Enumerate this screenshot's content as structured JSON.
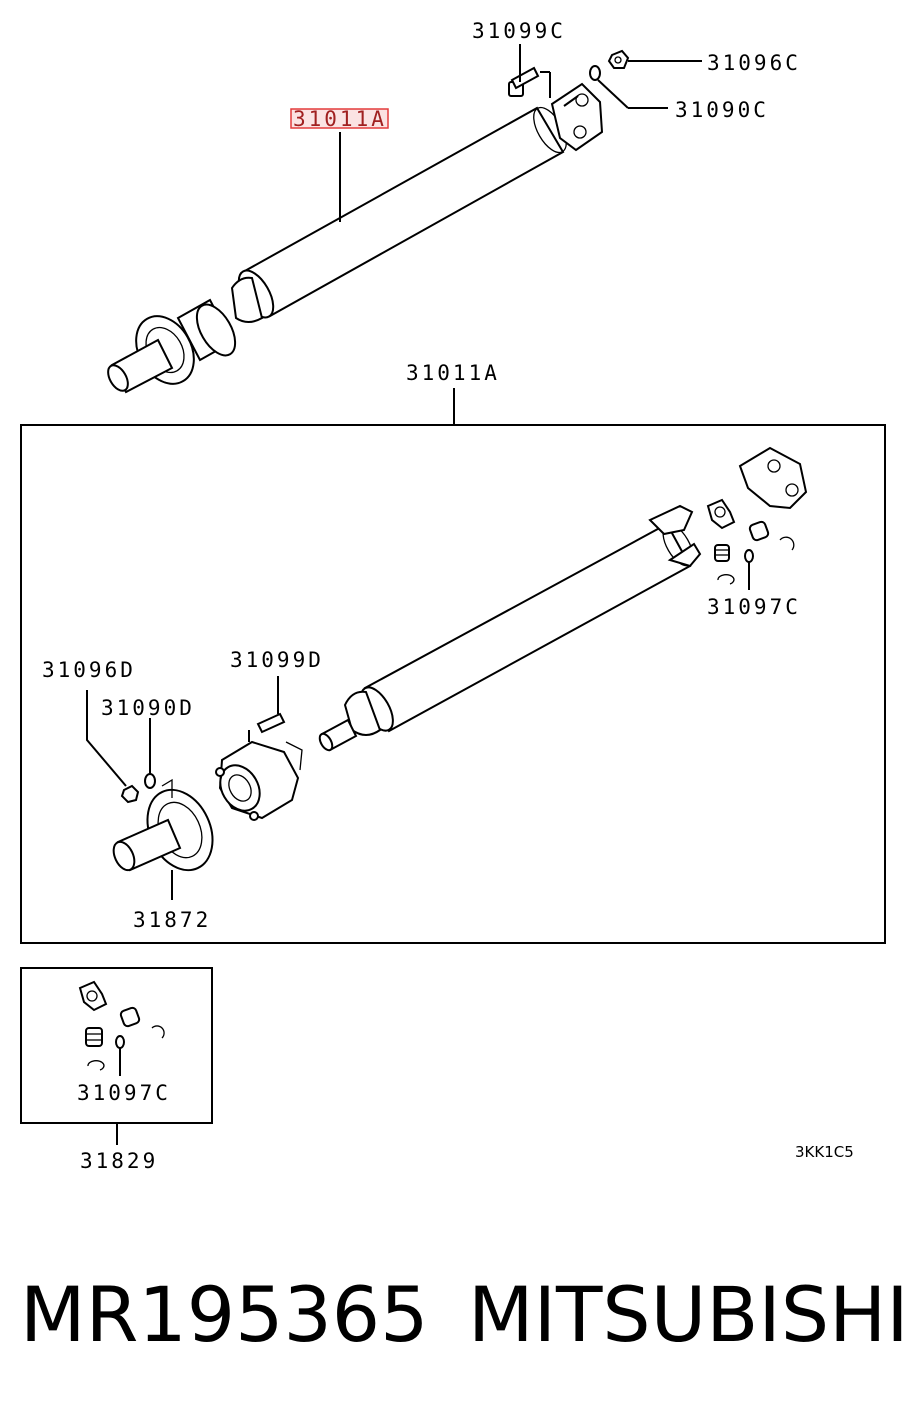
{
  "diagram": {
    "top_assembly": {
      "bolt_label": "31099C",
      "nut_label": "31096C",
      "washer_label": "31090C",
      "shaft_label": "31011A"
    },
    "detail_box": {
      "title_label": "31011A",
      "bearing_label": "31097C",
      "nut_label": "31096D",
      "washer_label": "31090D",
      "bolt_label": "31099D",
      "flange_label": "31872"
    },
    "kit_box": {
      "bearing_label": "31097C",
      "kit_label": "31829"
    },
    "diagram_code": "3KK1C5",
    "highlight_color": "#e33b3b"
  },
  "footer": {
    "part_number": "MR195365",
    "brand": "MITSUBISHI"
  }
}
